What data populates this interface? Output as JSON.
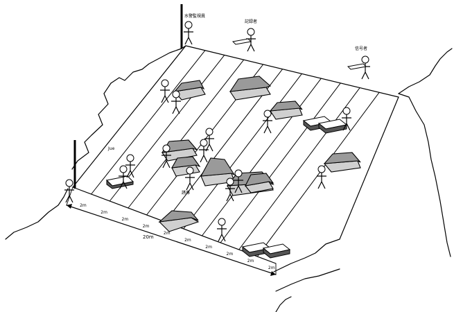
{
  "labels": {
    "survey_official": "水警監視員",
    "recorder": "記録者",
    "signal_person": "信号者",
    "shore_mark": "Jue",
    "team_mark": "誘導"
  },
  "distances": {
    "segment": "2m",
    "total": "20m"
  },
  "colors": {
    "rock_top": "#9a9a9a",
    "rock_side": "#d0d0d0",
    "line": "#000000"
  }
}
